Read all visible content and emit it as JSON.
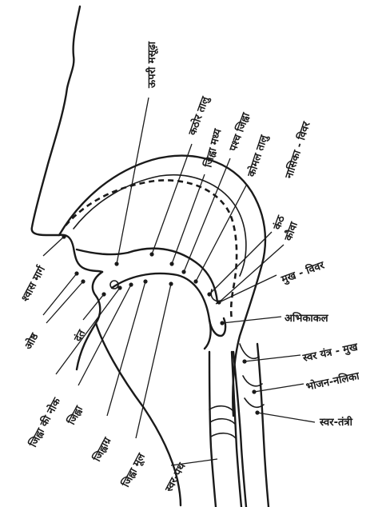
{
  "labels": {
    "upper_lip": "ऊपरी मसूढ़ा",
    "hard_palate": "कठोर तालु",
    "mid_tongue": "जिह्वा मध्य",
    "back_tongue": "पश्च जिह्वा",
    "soft_palate": "कोमल तालु",
    "nasal_cavity": "नासिका - विवर",
    "throat": "कंठ",
    "uvula": "कौवा",
    "mouth_cavity": "मुख - विवर",
    "epiglottis": "अभिकाकल",
    "larynx_mouth": "स्वर यंत्र - मुख",
    "food_pipe": "भोजन-नलिका",
    "vocal_cords": "स्वर-तंत्री",
    "windpipe": "स्वर-पथ",
    "tongue_root": "जिह्वा मूल",
    "tongue_front": "जिह्वाग्र",
    "tongue": "जिह्वा",
    "tongue_tip": "जिह्वा की नोक",
    "teeth": "दंत",
    "lips": "ओष्ठ",
    "breath_path": "श्वास मार्ग"
  },
  "colors": {
    "ink": "#1a1a1a",
    "paper": "#ffffff"
  }
}
